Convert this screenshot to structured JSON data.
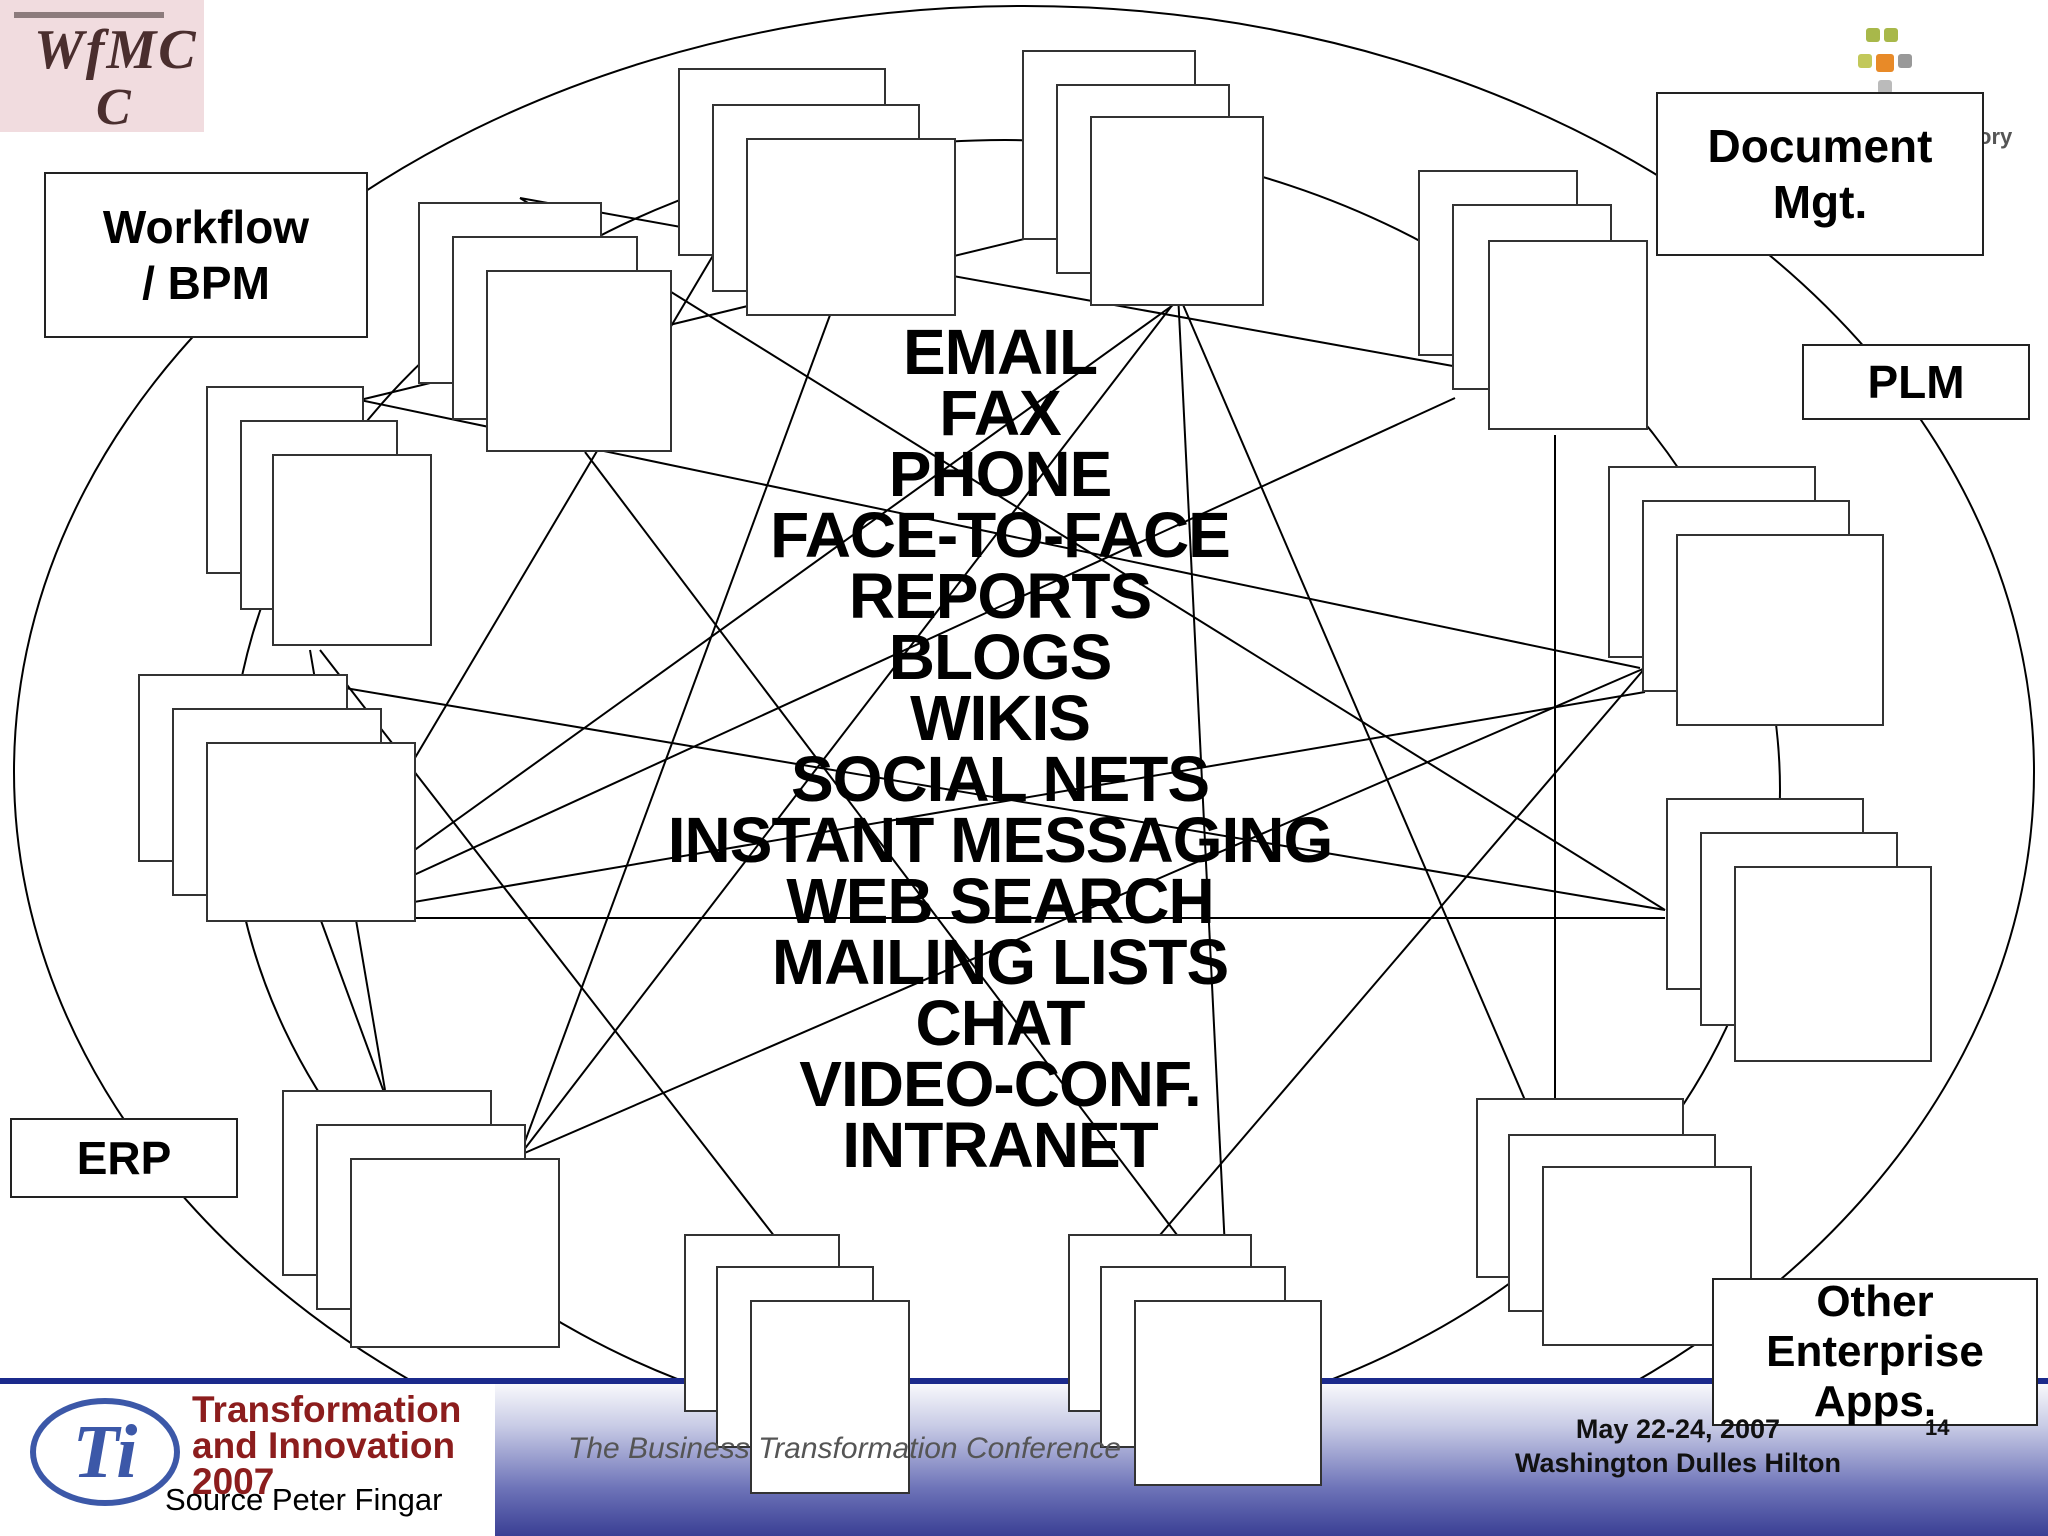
{
  "logos": {
    "top_left": "WfMC",
    "top_left_sub": "C",
    "top_right_fragment": "ory"
  },
  "system_labels": {
    "workflow": "Workflow\n/ BPM",
    "document": "Document\nMgt.",
    "plm": "PLM",
    "erp": "ERP",
    "other": "Other\nEnterprise\nApps."
  },
  "channels": [
    "EMAIL",
    "FAX",
    "PHONE",
    "FACE-TO-FACE",
    "REPORTS",
    "BLOGS",
    "WIKIS",
    "SOCIAL NETS",
    "INSTANT MESSAGING",
    "WEB SEARCH",
    "MAILING LISTS",
    "CHAT",
    "VIDEO-CONF.",
    "INTRANET"
  ],
  "footer": {
    "brand_line1": "Transformation",
    "brand_line2": "and Innovation",
    "brand_line3": "2007",
    "source": "Source Peter Fingar",
    "conference": "The Business Transformation Conference",
    "date": "May 22-24, 2007",
    "venue": "Washington Dulles Hilton",
    "page": "14"
  },
  "colors": {
    "footer_dark": "#3a3f94",
    "footer_rule": "#1b2a8c",
    "brand_red": "#8c1d1d",
    "logo_bg": "#f1dcdf"
  }
}
